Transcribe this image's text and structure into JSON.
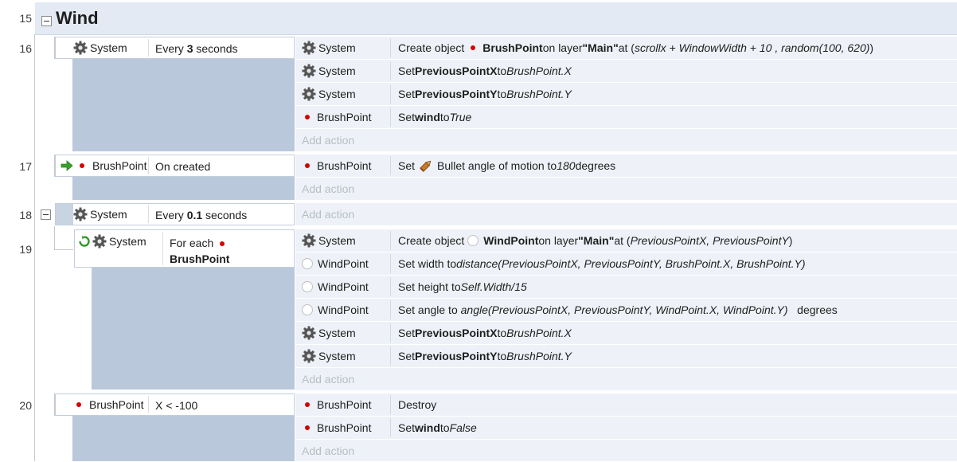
{
  "group": {
    "line": "15",
    "title": "Wind"
  },
  "events": [
    {
      "line": "16",
      "conditions": [
        {
          "object": "System",
          "text_prefix": "Every ",
          "bold": "3",
          "text_suffix": " seconds"
        }
      ],
      "actions": [
        {
          "object": "System",
          "icon": "gear-icon",
          "parts": {
            "a": "Create object ",
            "b": "BrushPoint",
            "c": " on layer ",
            "d": "\"Main\"",
            "e": " at (",
            "f": "scrollx + WindowWidth + 10  , random(100, 620)",
            "g": " )"
          }
        },
        {
          "object": "System",
          "icon": "gear-icon",
          "parts": {
            "a": "Set ",
            "b": "PreviousPointX",
            "c": " to ",
            "d": "BrushPoint.X"
          }
        },
        {
          "object": "System",
          "icon": "gear-icon",
          "parts": {
            "a": "Set ",
            "b": "PreviousPointY",
            "c": " to ",
            "d": "BrushPoint.Y"
          }
        },
        {
          "object": "BrushPoint",
          "icon": "red-dot-icon",
          "parts": {
            "a": "Set ",
            "b": "wind",
            "c": " to ",
            "d": "True"
          }
        }
      ],
      "add_action": "Add action"
    },
    {
      "line": "17",
      "conditions": [
        {
          "object": "BrushPoint",
          "text": "On created"
        }
      ],
      "actions": [
        {
          "object": "BrushPoint",
          "icon": "red-dot-icon",
          "parts": {
            "a": "Set ",
            "b": "Bullet angle of motion to ",
            "c": "180",
            "d": " degrees"
          }
        }
      ],
      "add_action": "Add action"
    },
    {
      "line": "18",
      "conditions": [
        {
          "object": "System",
          "text_prefix": "Every ",
          "bold": "0.1",
          "text_suffix": " seconds"
        }
      ],
      "add_action": "Add action"
    },
    {
      "line": "19",
      "conditions": [
        {
          "object": "System",
          "text_prefix": "For each",
          "bold": "BrushPoint"
        }
      ],
      "actions": [
        {
          "object": "System",
          "icon": "gear-icon",
          "parts": {
            "a": "Create object ",
            "b": "WindPoint",
            "c": " on layer ",
            "d": "\"Main\"",
            "e": " at (",
            "f": "PreviousPointX, PreviousPointY",
            "g": ")"
          }
        },
        {
          "object": "WindPoint",
          "icon": "circle-icon",
          "parts": {
            "a": "Set width to ",
            "b": "distance(PreviousPointX, PreviousPointY, BrushPoint.X, BrushPoint.Y)"
          }
        },
        {
          "object": "WindPoint",
          "icon": "circle-icon",
          "parts": {
            "a": "Set height to ",
            "b": "Self.Width/15"
          }
        },
        {
          "object": "WindPoint",
          "icon": "circle-icon",
          "parts": {
            "a": "Set angle to ",
            "b": "angle(PreviousPointX, PreviousPointY, WindPoint.X, WindPoint.Y)",
            "c": "   degrees"
          }
        },
        {
          "object": "System",
          "icon": "gear-icon",
          "parts": {
            "a": "Set ",
            "b": "PreviousPointX",
            "c": " to ",
            "d": "BrushPoint.X"
          }
        },
        {
          "object": "System",
          "icon": "gear-icon",
          "parts": {
            "a": "Set ",
            "b": "PreviousPointY",
            "c": " to ",
            "d": "BrushPoint.Y"
          }
        }
      ],
      "add_action": "Add action"
    },
    {
      "line": "20",
      "conditions": [
        {
          "object": "BrushPoint",
          "text": "X < -100"
        }
      ],
      "actions": [
        {
          "object": "BrushPoint",
          "icon": "red-dot-icon",
          "parts": {
            "a": "Destroy"
          }
        },
        {
          "object": "BrushPoint",
          "icon": "red-dot-icon",
          "parts": {
            "a": "Set ",
            "b": "wind",
            "c": " to ",
            "d": "False"
          }
        }
      ],
      "add_action": "Add action"
    }
  ],
  "colors": {
    "condition_panel": "#bac8db",
    "action_row": "#eef2f8",
    "group_header": "#e3eaf4",
    "object_dot": "#d40000"
  }
}
